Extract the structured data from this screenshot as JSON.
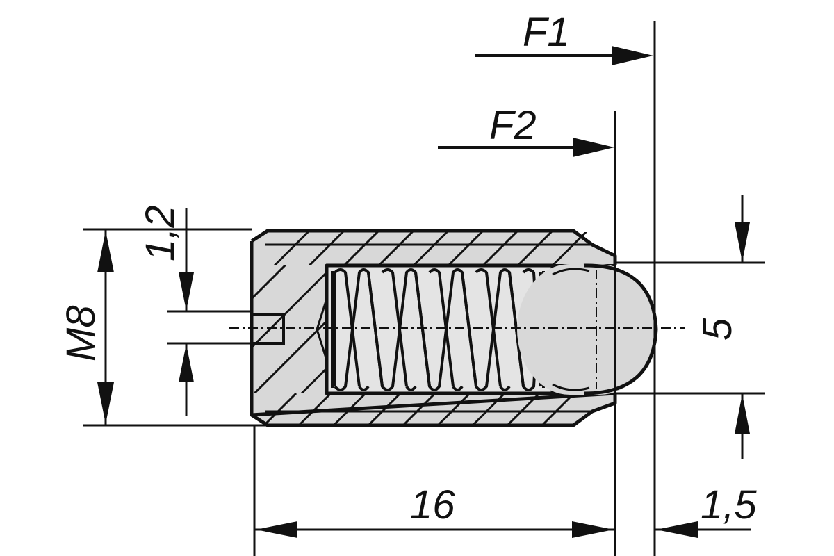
{
  "drawing": {
    "part": "spring plunger with ball",
    "labels": {
      "f1": "F1",
      "f2": "F2",
      "thread": "M8",
      "slot_width": "1,2",
      "ball_diameter": "5",
      "length": "16",
      "ball_protrusion": "1,5"
    },
    "colors": {
      "line": "#111111",
      "body_fill": "#d8d8d8",
      "background": "#ffffff"
    }
  }
}
